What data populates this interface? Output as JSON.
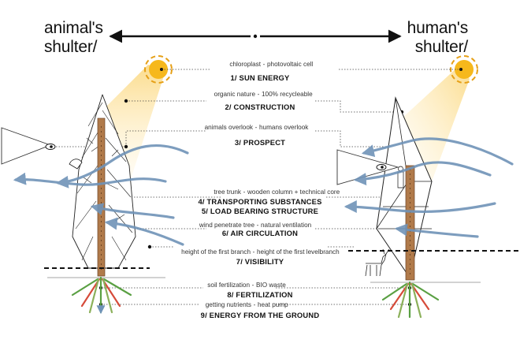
{
  "titles": {
    "left": [
      "animal's",
      "shulter/"
    ],
    "right": [
      "human's",
      "shulter/"
    ]
  },
  "rows": [
    {
      "sub": [
        "chloroplast",
        "photovoltaic cell"
      ],
      "heads": [
        "1/ SUN ENERGY"
      ]
    },
    {
      "sub": [
        "organic nature",
        "100% recycleable"
      ],
      "heads": [
        "2/ CONSTRUCTION"
      ]
    },
    {
      "sub": [
        "animals overlook",
        "humans overlook"
      ],
      "heads": [
        "3/ PROSPECT"
      ]
    },
    {
      "sub": [
        "tree trunk",
        "wooden column + technical core"
      ],
      "heads": [
        "4/ TRANSPORTING SUBSTANCES",
        "5/ LOAD BEARING STRUCTURE"
      ]
    },
    {
      "sub": [
        "wind penetrate tree",
        "natural ventilation"
      ],
      "heads": [
        "6/ AIR CIRCULATION"
      ]
    },
    {
      "sub": [
        "height of the first branch",
        "height of the first levelbranch"
      ],
      "heads": [
        "7/ VISIBILITY"
      ]
    },
    {
      "sub": [
        "soil fertilization",
        "BIO waste"
      ],
      "heads": [
        "8/ FERTILIZATION"
      ]
    },
    {
      "sub": [
        "getting nutrients",
        "heat pump"
      ],
      "heads": [
        "9/ ENERGY FROM THE GROUND"
      ]
    }
  ],
  "colors": {
    "sun": "#f6b81c",
    "sun_ring": "#e6a017",
    "beam": "#fbe3a1",
    "wind": "#6f93b8",
    "trunk": "#b07a4a",
    "root_red": "#d64b3a",
    "root_green": "#5aa043"
  }
}
